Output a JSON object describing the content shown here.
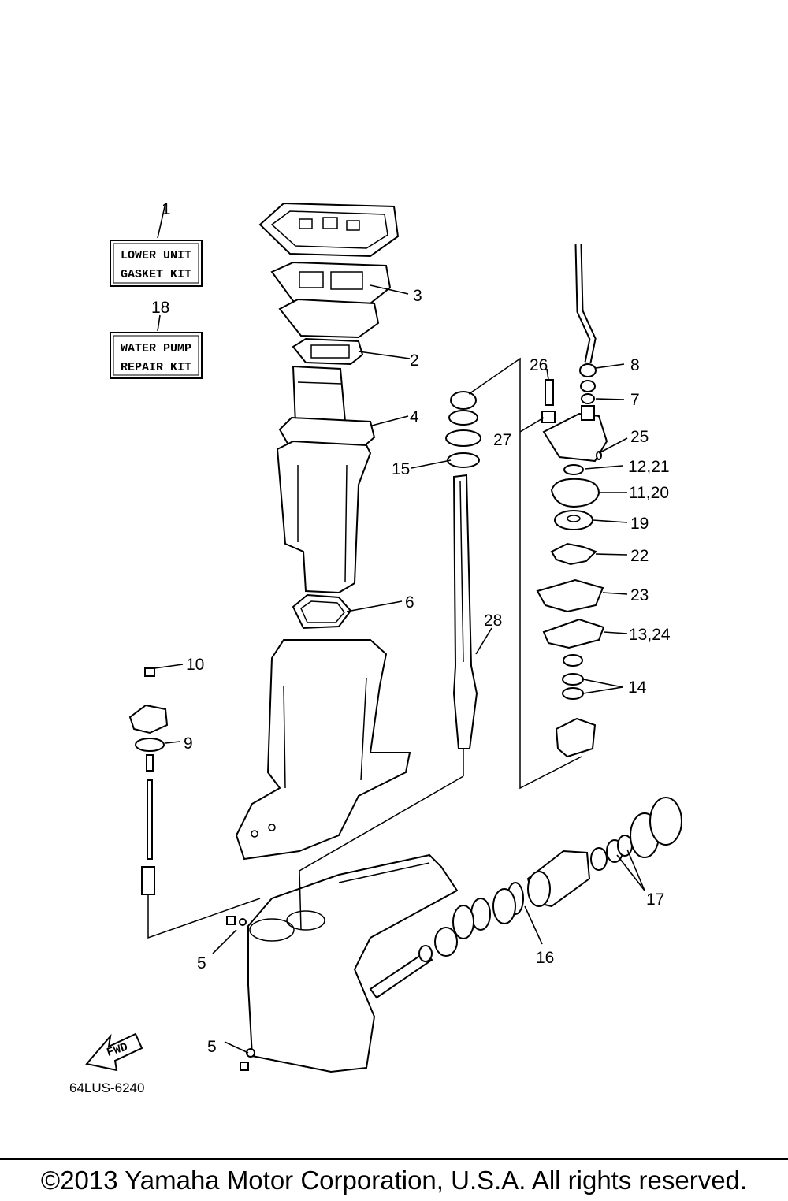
{
  "diagram_code": "64LUS-6240",
  "fwd_label": "FWD",
  "copyright": "©2013 Yamaha Motor Corporation, U.S.A. All rights reserved.",
  "kits": [
    {
      "ref": "1",
      "line1": "LOWER UNIT",
      "line2": "GASKET KIT"
    },
    {
      "ref": "18",
      "line1": "WATER PUMP",
      "line2": "REPAIR KIT"
    }
  ],
  "callouts": [
    "2",
    "3",
    "4",
    "5",
    "5",
    "6",
    "7",
    "8",
    "9",
    "10",
    "11,20",
    "12,21",
    "13,24",
    "14",
    "15",
    "16",
    "17",
    "19",
    "22",
    "23",
    "25",
    "26",
    "27",
    "28"
  ]
}
